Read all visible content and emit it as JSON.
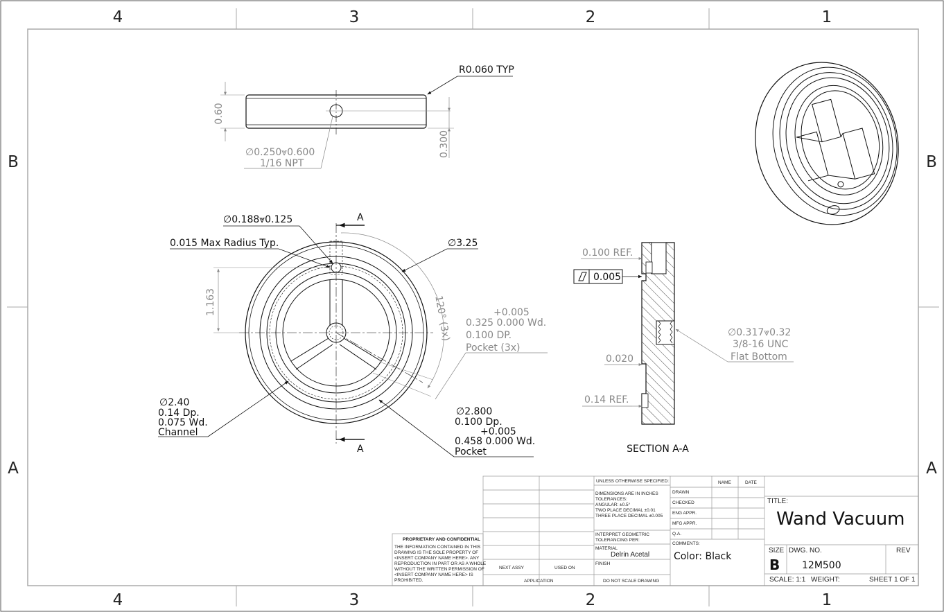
{
  "zones": {
    "columns": [
      "4",
      "3",
      "2",
      "1"
    ],
    "rows": [
      "B",
      "A"
    ]
  },
  "top_view": {
    "fillet_note": "R0.060 TYP",
    "height_dim": "0.60",
    "offset_dim": "0.300",
    "hole_note_line1": "∅0.250⩔0.600",
    "hole_note_line2": "1/16 NPT"
  },
  "front_view": {
    "section_mark": "A",
    "hole_callout": "∅0.188⩔0.125",
    "radius_note": "0.015 Max Radius Typ.",
    "outer_diameter": "∅3.25",
    "offset_dim": "1.163",
    "angle_dim": "120° (3x)",
    "pocket_tol": "+0.005",
    "pocket_width": "0.325  0.000 Wd.",
    "pocket_depth": "0.100 DP.",
    "pocket_label": "Pocket (3x)",
    "channel_line1": "∅2.40",
    "channel_line2": "0.14 Dp.",
    "channel_line3": "0.075 Wd.",
    "channel_line4": "Channel",
    "big_pocket_line1": "∅2.800",
    "big_pocket_line2": "0.100 Dp.",
    "big_pocket_tol": "+0.005",
    "big_pocket_line3": "0.458  0.000 Wd.",
    "big_pocket_line4": "Pocket"
  },
  "section_view": {
    "ref_top": "0.100 REF.",
    "flatness_value": "0.005",
    "thin_dim": "0.020",
    "ref_bottom": "0.14 REF.",
    "tap_line1": "∅0.317⩔0.32",
    "tap_line2": "3/8-16 UNC",
    "tap_line3": "Flat Bottom",
    "title": "SECTION A-A"
  },
  "title_block": {
    "unless": "UNLESS OTHERWISE SPECIFIED:",
    "name_hdr": "NAME",
    "date_hdr": "DATE",
    "dims1": "DIMENSIONS ARE IN INCHES",
    "dims2": "TOLERANCES:",
    "dims3": "ANGULAR: ±0.5°",
    "dims4": "TWO PLACE DECIMAL    ±0.01",
    "dims5": "THREE PLACE DECIMAL  ±0.005",
    "drawn": "DRAWN",
    "checked": "CHECKED",
    "eng_appr": "ENG APPR.",
    "mfg_appr": "MFG APPR.",
    "qa": "Q.A.",
    "comments": "COMMENTS:",
    "comment_value": "Color: Black",
    "interpret1": "INTERPRET GEOMETRIC",
    "interpret2": "TOLERANCING PER:",
    "material_label": "MATERIAL",
    "material_value": "Delrin Acetal",
    "finish_label": "FINISH",
    "next_assy": "NEXT ASSY",
    "used_on": "USED ON",
    "application": "APPLICATION",
    "do_not_scale": "DO NOT SCALE DRAWING",
    "prop_title": "PROPRIETARY AND CONFIDENTIAL",
    "prop1": "THE INFORMATION CONTAINED IN THIS",
    "prop2": "DRAWING IS THE SOLE PROPERTY OF",
    "prop3": "<INSERT COMPANY NAME HERE>.  ANY",
    "prop4": "REPRODUCTION IN PART OR AS A WHOLE",
    "prop5": "WITHOUT THE WRITTEN PERMISSION OF",
    "prop6": "<INSERT COMPANY NAME HERE> IS",
    "prop7": "PROHIBITED.",
    "title_label": "TITLE:",
    "title_value": "Wand Vacuum",
    "size_label": "SIZE",
    "size_value": "B",
    "dwg_label": "DWG.  NO.",
    "dwg_value": "12M500",
    "rev_label": "REV",
    "scale": "SCALE: 1:1",
    "weight": "WEIGHT:",
    "sheet": "SHEET 1 OF 1"
  }
}
